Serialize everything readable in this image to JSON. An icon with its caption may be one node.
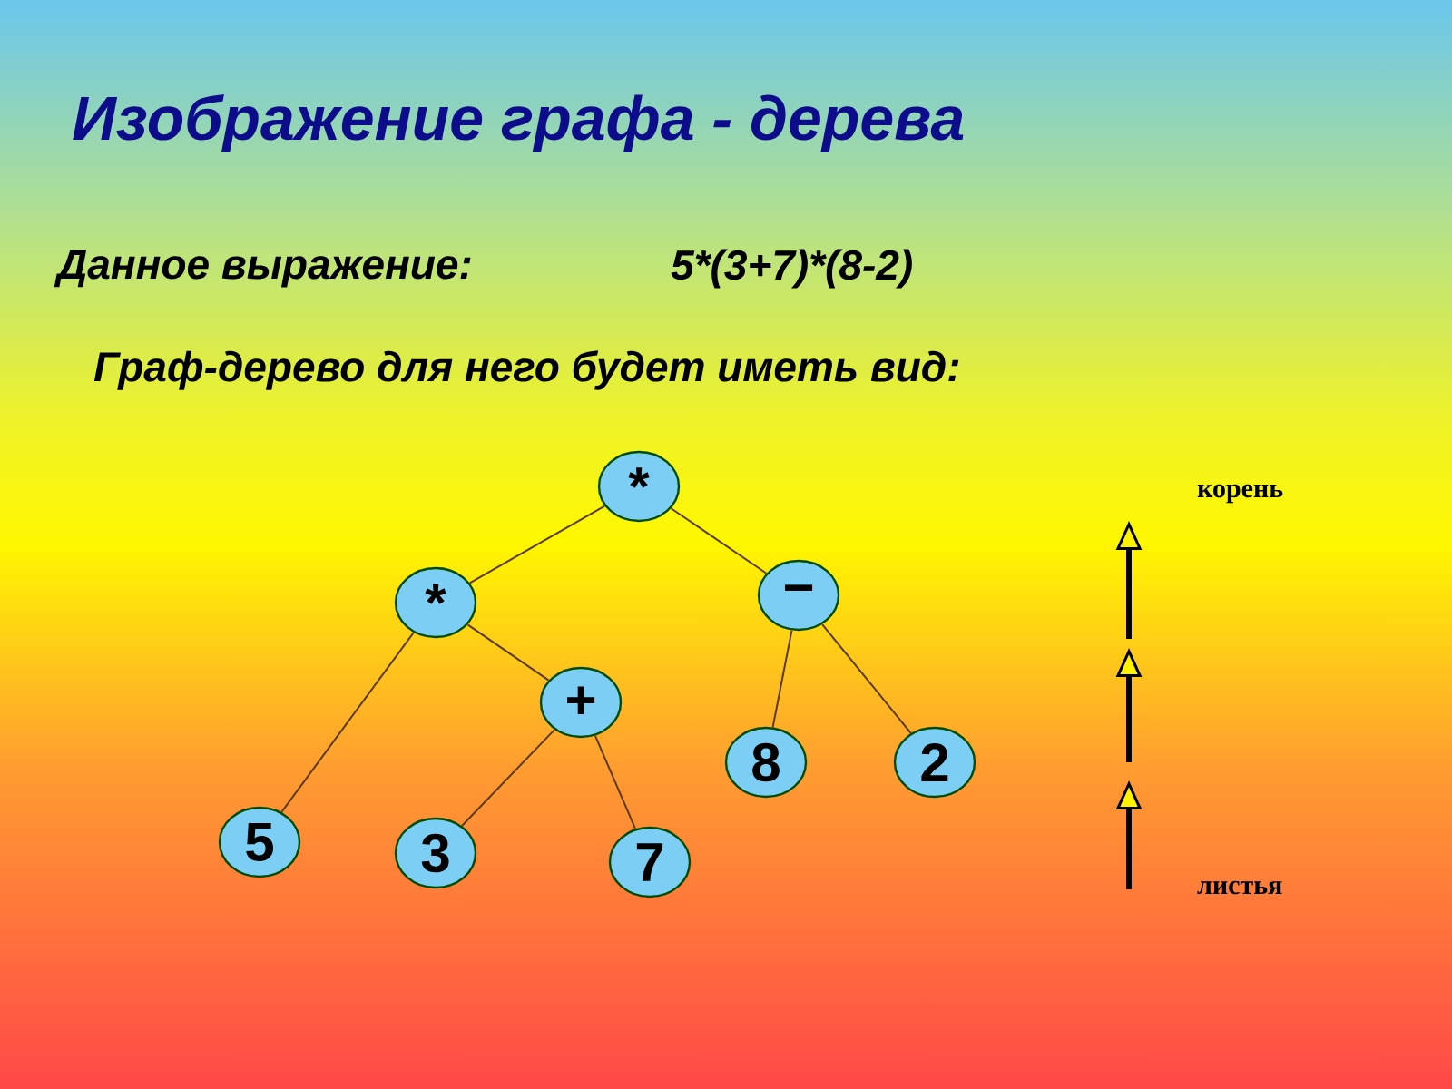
{
  "diagram": {
    "title": "Изображение графа - дерева",
    "nodes": [
      {
        "text": [
          "*"
        ]
      },
      {
        "text": [
          "*"
        ]
      },
      {
        "text": [
          "−"
        ]
      },
      {
        "text": [
          "+"
        ]
      },
      {
        "text": [
          "8"
        ]
      },
      {
        "text": [
          "2"
        ]
      },
      {
        "text": [
          "5"
        ]
      },
      {
        "text": [
          "3"
        ]
      },
      {
        "text": [
          "7"
        ]
      }
    ],
    "edges": [
      {
        "from": 0,
        "to": 1,
        "arrow": "none"
      },
      {
        "from": 0,
        "to": 2,
        "arrow": "none"
      },
      {
        "from": 1,
        "to": 6,
        "arrow": "none"
      },
      {
        "from": 1,
        "to": 3,
        "arrow": "none"
      },
      {
        "from": 3,
        "to": 7,
        "arrow": "none"
      },
      {
        "from": 3,
        "to": 8,
        "arrow": "none"
      },
      {
        "from": 2,
        "to": 4,
        "arrow": "none"
      },
      {
        "from": 2,
        "to": 5,
        "arrow": "none"
      }
    ],
    "labels": [
      "Данное выражение:",
      "5*(3+7)*(8-2)",
      "Граф-дерево для него будет иметь вид:",
      "корень",
      "листья"
    ]
  }
}
